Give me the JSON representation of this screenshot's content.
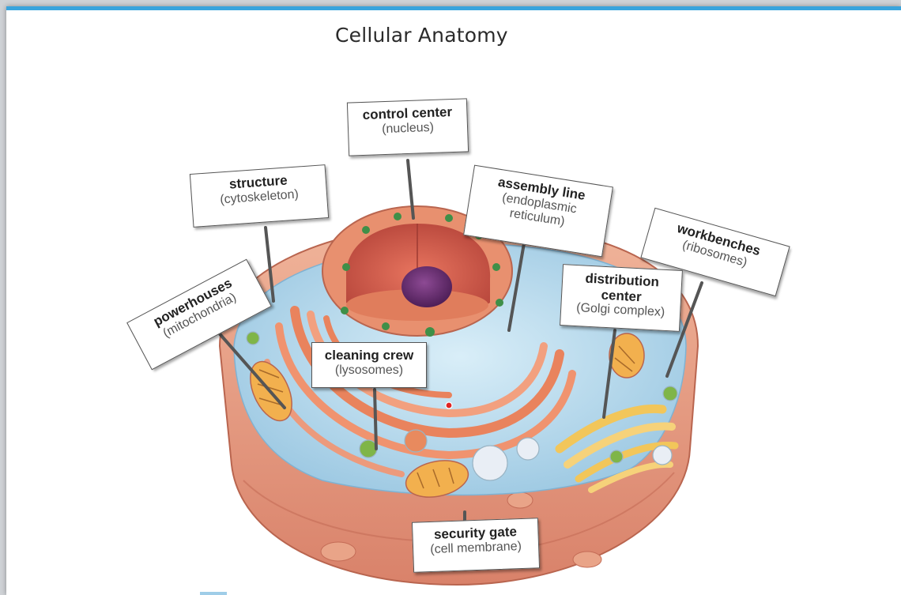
{
  "title": "Cellular Anatomy",
  "labels": {
    "nucleus": {
      "role": "control center",
      "organelle": "(nucleus)"
    },
    "cytoskeleton": {
      "role": "structure",
      "organelle": "(cytoskeleton)"
    },
    "er": {
      "role": "assembly line",
      "organelle": "(endoplasmic reticulum)"
    },
    "ribosomes": {
      "role": "workbenches",
      "organelle": "(ribosomes)"
    },
    "mitochondria": {
      "role": "powerhouses",
      "organelle": "(mitochondria)"
    },
    "golgi": {
      "role": "distribution center",
      "organelle": "(Golgi complex)"
    },
    "lysosomes": {
      "role": "cleaning crew",
      "organelle": "(lysosomes)"
    },
    "membrane": {
      "role": "security gate",
      "organelle": "(cell membrane)"
    }
  },
  "colors": {
    "accent_rule": "#39a4dd",
    "cytoplasm": "#a9d3ea",
    "membrane": "#e39a7c",
    "nucleus_interior": "#d65a4c",
    "nucleolus": "#6b2f73",
    "golgi": "#f2c65a",
    "er": "#ec8f6c"
  }
}
